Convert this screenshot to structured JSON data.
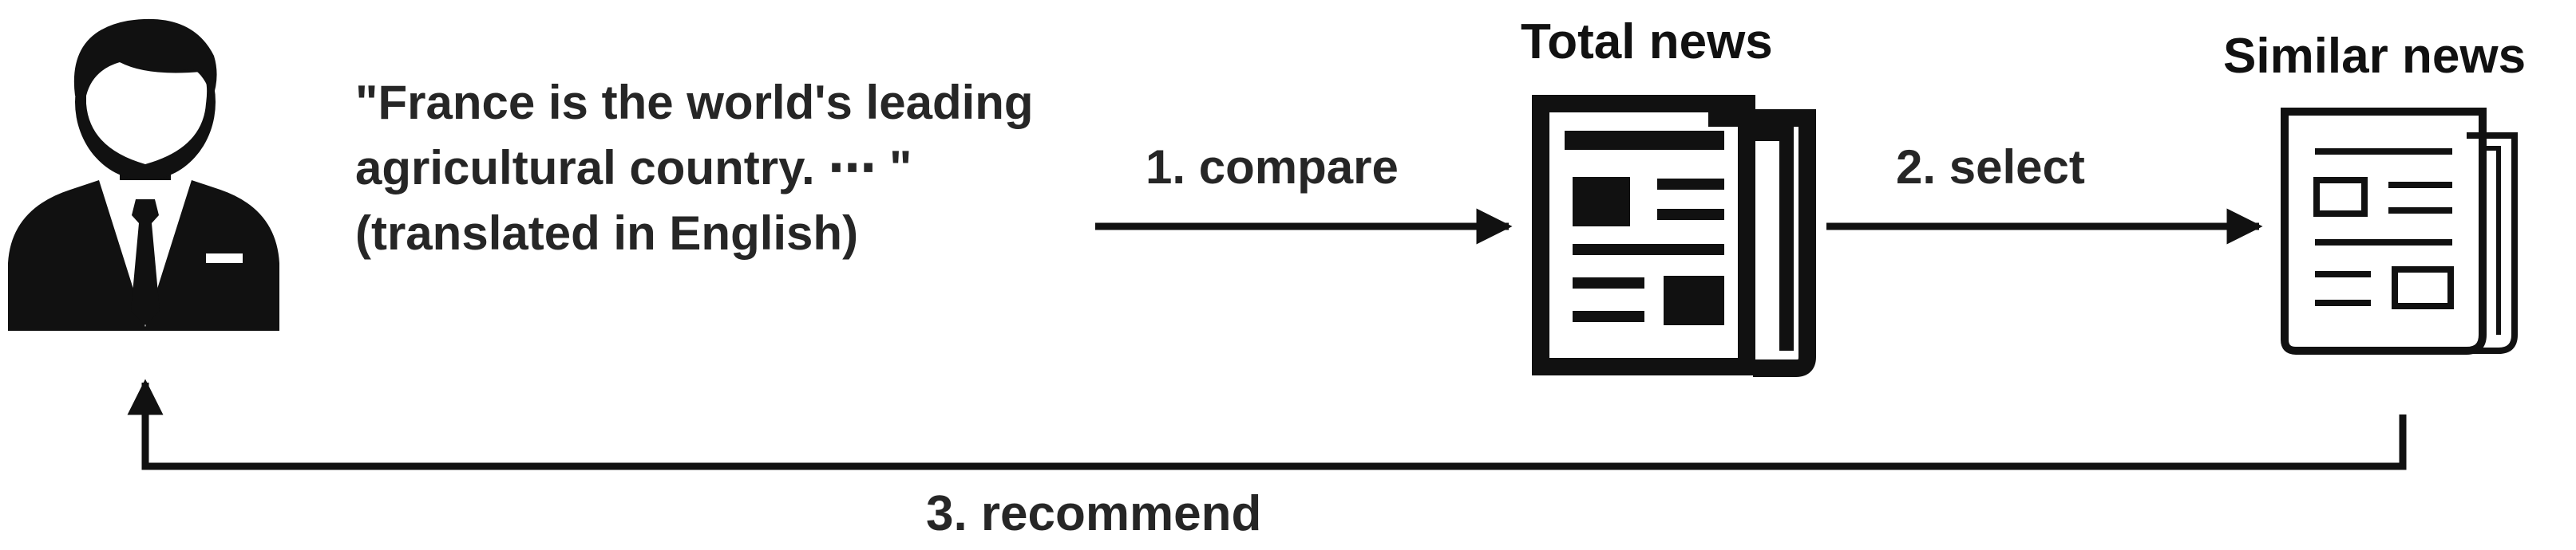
{
  "diagram": {
    "quote_lines": [
      "\"France is the world's leading",
      "agricultural country. ⋯ \"",
      "(translated in English)"
    ],
    "total_news_label": "Total news",
    "similar_news_label": "Similar news",
    "steps": {
      "compare": "1. compare",
      "select": "2. select",
      "recommend": "3. recommend"
    },
    "icons": {
      "user": "user-businessman-icon",
      "total_news": "newspaper-icon",
      "similar_news": "newspaper-outline-icon"
    },
    "colors": {
      "ink": "#111111",
      "text": "#262626",
      "background": "#ffffff"
    }
  }
}
